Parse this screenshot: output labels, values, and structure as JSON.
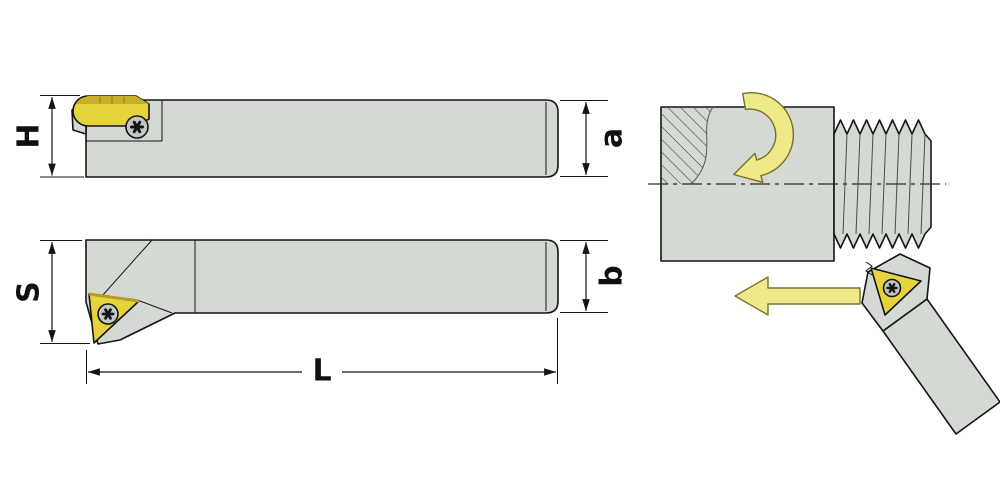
{
  "diagram": {
    "type": "technical-drawing-threading-toolholder",
    "labels": {
      "h": "H",
      "a": "a",
      "s": "S",
      "b": "b",
      "l": "L"
    },
    "colors": {
      "body": "#d5d9d3",
      "insert": "#e7d33c",
      "insert_shade": "#c7ae2b",
      "arrow": "#f0e98a",
      "screw": "#c4c8c4",
      "outline": "#151515"
    }
  }
}
